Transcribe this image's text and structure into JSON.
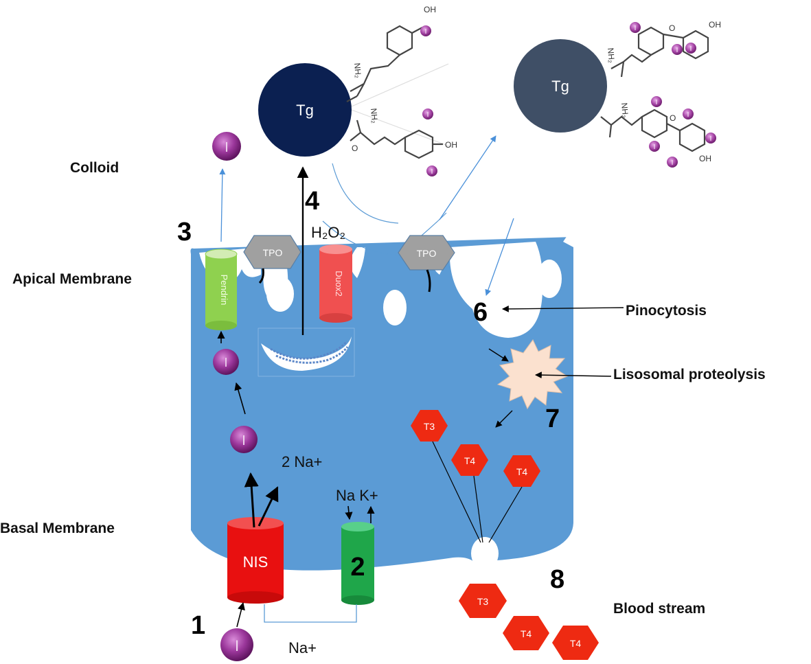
{
  "labels": {
    "colloid": "Colloid",
    "apical_membrane": "Apical Membrane",
    "basal_membrane": "Basal Membrane",
    "pinocytosis": "Pinocytosis",
    "lysosomal_proteolysis": "Lisosomal proteolysis",
    "blood_stream": "Blood stream"
  },
  "steps": [
    "1",
    "2",
    "3",
    "4",
    "6",
    "7",
    "8"
  ],
  "proteins": {
    "tg": "Tg",
    "tpo": "TPO",
    "pendrin": "Pendrin",
    "duox2": "Duox2",
    "nis": "NIS"
  },
  "molecules": {
    "iodide": "I",
    "h2o2": "H₂O₂",
    "na_2": "2 Na+",
    "na_k": "Na K+",
    "na": "Na+",
    "t3": "T3",
    "t4": "T4",
    "oh": "OH",
    "nh2": "NH₂",
    "o": "O"
  },
  "colors": {
    "cell": "#5b9bd5",
    "tg_dark": "#0b2051",
    "tg_slate": "#3f4f66",
    "iodide": "#8e2d8e",
    "pendrin": "#8fd14f",
    "duox2": "#f05050",
    "nis": "#e81010",
    "pump": "#1fa64a",
    "tpo": "#a0a0a0",
    "hormone": "#ee2a12",
    "lysosome": "#fbe1cf"
  }
}
